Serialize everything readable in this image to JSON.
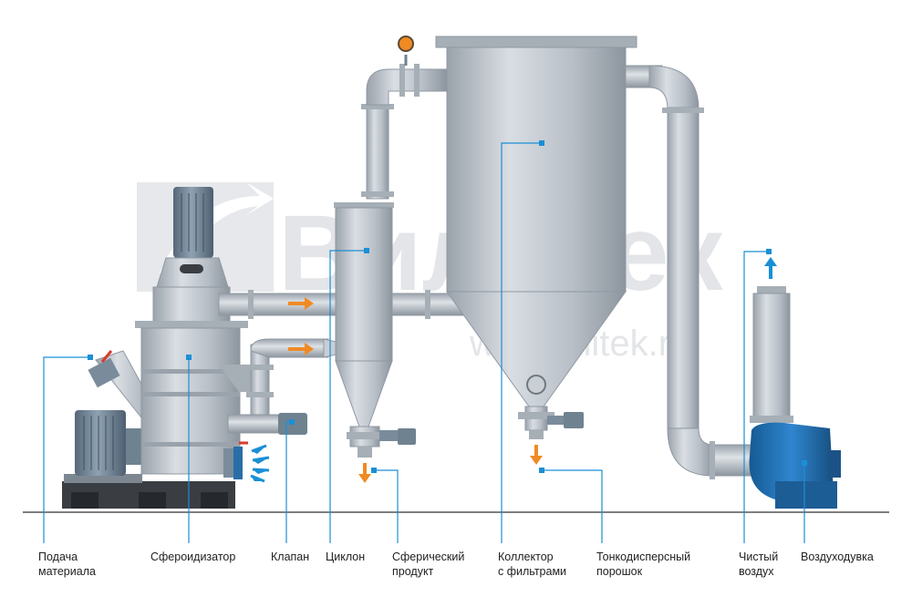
{
  "watermark": {
    "logo_text": "Вилитек",
    "url": "www.vilitek.ru"
  },
  "labels": {
    "feed": "Подача\nматериала",
    "spheroidizer": "Сфероидизатор",
    "valve": "Клапан",
    "cyclone": "Циклон",
    "spherical_product": "Сферический\nпродукт",
    "filter_collector": "Коллектор\nс фильтрами",
    "fine_powder": "Тонкодисперсный\nпорошок",
    "clean_air": "Чистый\nвоздух",
    "blower": "Воздуходувка"
  },
  "colors": {
    "steel": "#b5bcc4",
    "steel_dark": "#8f98a2",
    "motor": "#6f8290",
    "blower": "#1f6fb2",
    "leader": "#1a8fd6",
    "flow_arrow": "#f08a24",
    "air_arrow": "#1a8fd6",
    "frame": "#3a3d42",
    "valve_red": "#d93a2b",
    "watermark": "#e3e5e8"
  }
}
